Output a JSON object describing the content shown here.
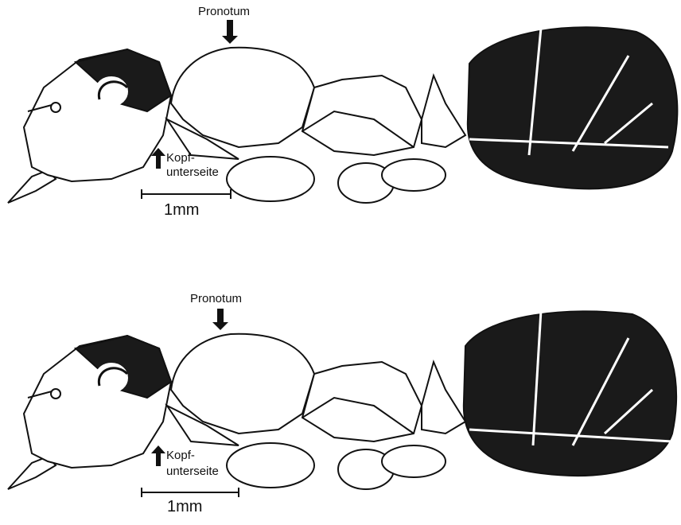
{
  "panels": [
    {
      "pronotum_label": "Pronotum",
      "kopf_label_line1": "Kopf-",
      "kopf_label_line2": "unterseite",
      "scale_label": "1mm"
    },
    {
      "pronotum_label": "Pronotum",
      "kopf_label_line1": "Kopf-",
      "kopf_label_line2": "unterseite",
      "scale_label": "1mm"
    }
  ],
  "colors": {
    "ink": "#111111",
    "gaster_fill": "#1a1a1a",
    "background": "#ffffff"
  }
}
